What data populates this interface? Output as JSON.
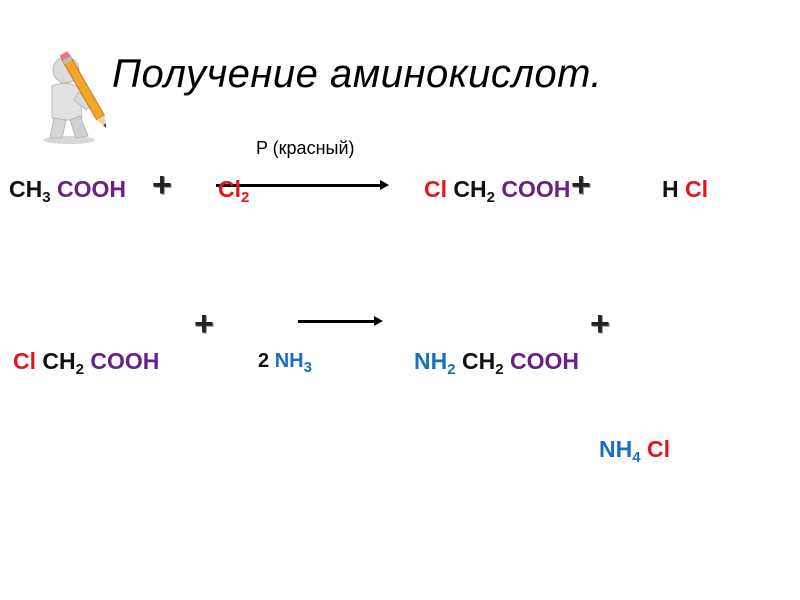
{
  "slide": {
    "title": "Получение аминокислот."
  },
  "reaction1": {
    "condition": "P (красный)",
    "r1_ch": "CH",
    "r1_ch_sub": "3",
    "r1_acid": "COOH",
    "plus1": "+",
    "r2_cl": "Cl",
    "r2_cl_sub": "2",
    "p1_cl": "Cl",
    "p1_ch": "CH",
    "p1_ch_sub": "2",
    "p1_acid": "COOH",
    "plus2": "+",
    "p2_h": "H",
    "p2_cl": "Cl"
  },
  "reaction2": {
    "r1_cl": "Cl",
    "r1_ch": "CH",
    "r1_ch_sub": "2",
    "r1_acid": "COOH",
    "plus1": "+",
    "r2_coef": "2",
    "r2_n": "N",
    "r2_h": "H",
    "r2_h_sub": "3",
    "p1_n": "N",
    "p1_h": "H",
    "p1_h_sub": "2",
    "p1_ch": "CH",
    "p1_ch_sub": "2",
    "p1_acid": "COOH",
    "plus2": "+",
    "p2_n": "N",
    "p2_h": "H",
    "p2_h_sub": "4",
    "p2_cl": "Cl"
  },
  "colors": {
    "chlorine": "#e8141c",
    "carboxyl": "#6a1f8a",
    "nitrogen": "#1a6fc0",
    "carbon": "#111111"
  },
  "icons": {
    "figure": "person-with-pencil-icon"
  }
}
